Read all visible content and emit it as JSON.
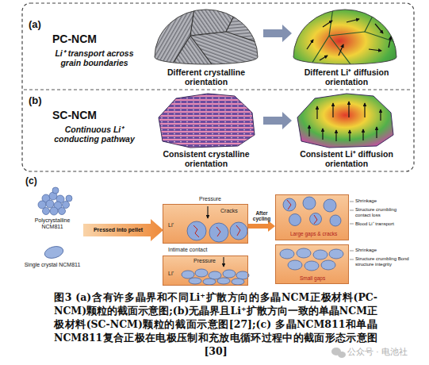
{
  "diagram": {
    "caption": "图3 (a)含有许多晶界和不同Li⁺扩散方向的多晶NCM正极材料(PC-NCM)颗粒的截面示意图;(b)无晶界且Li⁺扩散方向一致的单晶NCM正极材料(SC-NCM)颗粒的截面示意图[27];(c) 多晶NCM811和单晶NCM811复合正极在电极压制和充放电循环过程中的截面形态示意图[30]",
    "nodes": [
      {
        "text": [
          "Pressure",
          "Cracks",
          "Li⁺"
        ]
      },
      {
        "text": [
          "Intimate contact",
          "Pressure",
          "Li⁺"
        ]
      },
      {
        "text": [
          "Large gaps & cracks"
        ]
      },
      {
        "text": [
          "Small gaps"
        ]
      }
    ],
    "edges": [
      {
        "from": 0,
        "to": 2,
        "label": "After cycling",
        "arrow": "to"
      }
    ],
    "labels": [
      "(a)",
      "PC-NCM",
      "Li⁺ transport across grain boundaries",
      "Different crystalline orientation",
      "Different Li⁺ diffusion orientation",
      "(b)",
      "SC-NCM",
      "Continuous Li⁺ conducting pathway",
      "Consistent crystalline orientation",
      "Consistent Li⁺ diffusion orientation",
      "(c)",
      "Polycrystalline NCM811",
      "Single crystal NCM811",
      "Pressed into pellet",
      "Shrinkage",
      "Structure crumbling contact loss",
      "Blood Li⁺ transport",
      "Shrinkage",
      "Structure crumbling Bond structure integrity",
      "公众号 · 电池社"
    ]
  }
}
